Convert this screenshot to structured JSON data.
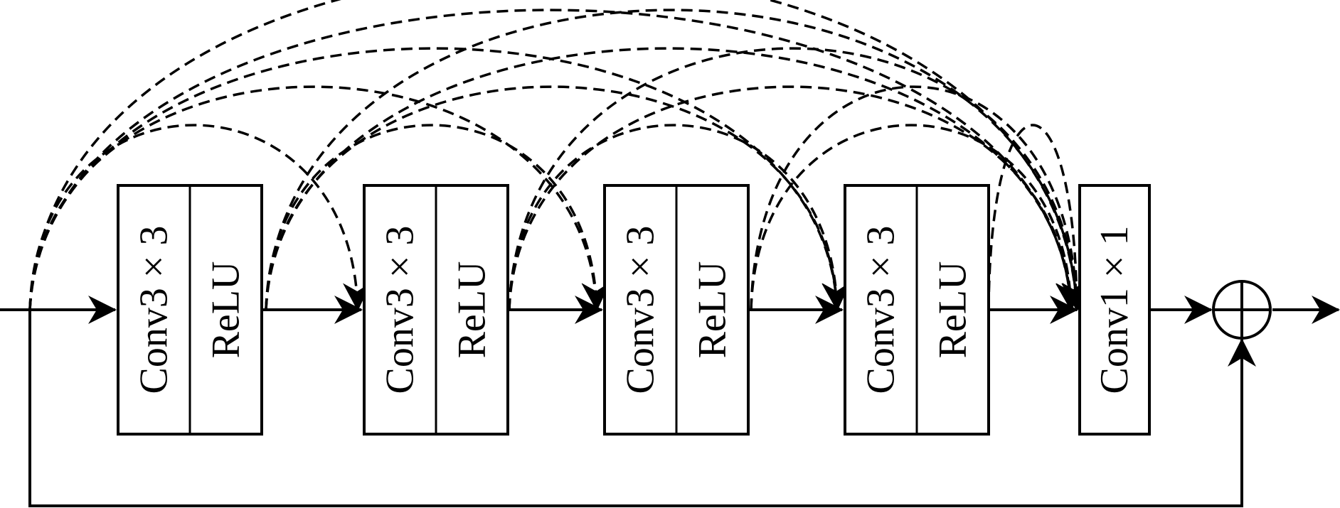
{
  "diagram": {
    "blocks": [
      {
        "id": "b1",
        "top": "Conv3 × 3",
        "bottom": "ReLU"
      },
      {
        "id": "b2",
        "top": "Conv3 × 3",
        "bottom": "ReLU"
      },
      {
        "id": "b3",
        "top": "Conv3 × 3",
        "bottom": "ReLU"
      },
      {
        "id": "b4",
        "top": "Conv3 × 3",
        "bottom": "ReLU"
      },
      {
        "id": "b5",
        "top": "Conv1 × 1"
      }
    ],
    "adder_symbol": "⊕",
    "line_color": "#000000",
    "dense_connection_style": "dashed",
    "residual_connection_style": "solid",
    "dense_connections": [
      {
        "from": "input",
        "to": "b1"
      },
      {
        "from": "input",
        "to": "b2"
      },
      {
        "from": "input",
        "to": "b3"
      },
      {
        "from": "input",
        "to": "b4"
      },
      {
        "from": "input",
        "to": "b5"
      },
      {
        "from": "b1",
        "to": "b2"
      },
      {
        "from": "b1",
        "to": "b3"
      },
      {
        "from": "b1",
        "to": "b4"
      },
      {
        "from": "b1",
        "to": "b5"
      },
      {
        "from": "b2",
        "to": "b3"
      },
      {
        "from": "b2",
        "to": "b4"
      },
      {
        "from": "b2",
        "to": "b5"
      },
      {
        "from": "b3",
        "to": "b4"
      },
      {
        "from": "b3",
        "to": "b5"
      },
      {
        "from": "b4",
        "to": "b5"
      }
    ]
  }
}
